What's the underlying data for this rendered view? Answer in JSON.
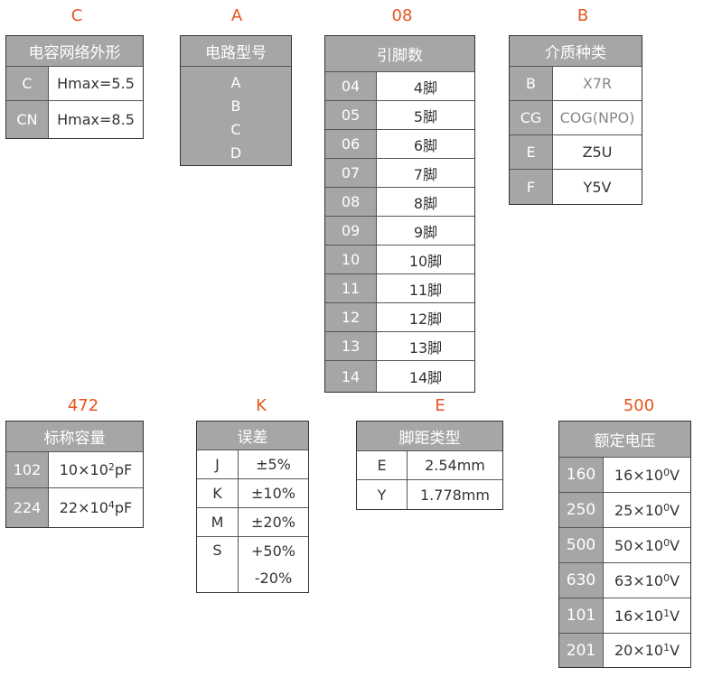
{
  "groups": {
    "package": {
      "code": "C",
      "header": "电容网络外形",
      "rows": [
        {
          "key": "C",
          "value": "Hmax=5.5"
        },
        {
          "key": "CN",
          "value": "Hmax=8.5"
        }
      ]
    },
    "circuit": {
      "code": "A",
      "header": "电路型号",
      "items": [
        "A",
        "B",
        "C",
        "D"
      ]
    },
    "pins": {
      "code": "08",
      "header": "引脚数",
      "rows": [
        {
          "key": "04",
          "value": "4脚"
        },
        {
          "key": "05",
          "value": "5脚"
        },
        {
          "key": "06",
          "value": "6脚"
        },
        {
          "key": "07",
          "value": "7脚"
        },
        {
          "key": "08",
          "value": "8脚"
        },
        {
          "key": "09",
          "value": "9脚"
        },
        {
          "key": "10",
          "value": "10脚"
        },
        {
          "key": "11",
          "value": "11脚"
        },
        {
          "key": "12",
          "value": "12脚"
        },
        {
          "key": "13",
          "value": "13脚"
        },
        {
          "key": "14",
          "value": "14脚"
        }
      ]
    },
    "dielectric": {
      "code": "B",
      "header": "介质种类",
      "rows": [
        {
          "key": "B",
          "value": "X7R"
        },
        {
          "key": "CG",
          "value": "COG(NPO)"
        },
        {
          "key": "E",
          "value": "Z5U"
        },
        {
          "key": "F",
          "value": "Y5V"
        }
      ]
    },
    "capacitance": {
      "code": "472",
      "header": "标称容量",
      "rows": [
        {
          "key": "102",
          "mant": "10×10",
          "exp": "2",
          "unit": "pF"
        },
        {
          "key": "224",
          "mant": "22×10",
          "exp": "4",
          "unit": "pF"
        }
      ]
    },
    "tolerance": {
      "code": "K",
      "header": "误差",
      "rows": [
        {
          "key": "J",
          "value": "±5%"
        },
        {
          "key": "K",
          "value": "±10%"
        },
        {
          "key": "M",
          "value": "±20%"
        },
        {
          "key": "S",
          "value": "+50%",
          "value2": "-20%"
        }
      ]
    },
    "pitch": {
      "code": "E",
      "header": "脚距类型",
      "rows": [
        {
          "key": "E",
          "value": "2.54mm"
        },
        {
          "key": "Y",
          "value": "1.778mm"
        }
      ]
    },
    "voltage": {
      "code": "500",
      "header": "额定电压",
      "rows": [
        {
          "key": "160",
          "mant": "16×10",
          "exp": "0",
          "unit": "V"
        },
        {
          "key": "250",
          "mant": "25×10",
          "exp": "0",
          "unit": "V"
        },
        {
          "key": "500",
          "mant": "50×10",
          "exp": "0",
          "unit": "V"
        },
        {
          "key": "630",
          "mant": "63×10",
          "exp": "0",
          "unit": "V"
        },
        {
          "key": "101",
          "mant": "16×10",
          "exp": "1",
          "unit": "V"
        },
        {
          "key": "201",
          "mant": "20×10",
          "exp": "1",
          "unit": "V"
        }
      ]
    }
  }
}
